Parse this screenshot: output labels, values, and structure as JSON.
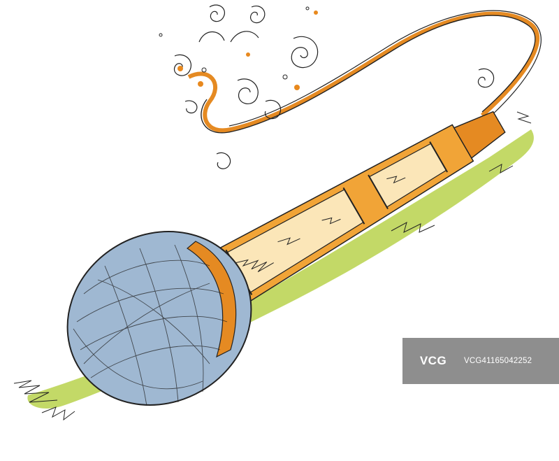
{
  "image": {
    "subject": "hand-drawn microphone",
    "colors": {
      "outline": "#222222",
      "cable": "#e58a22",
      "handle_gold": "#f1a437",
      "handle_light": "#fbe6b8",
      "grille_blue": "#9fb8d2",
      "shadow_green": "#b8d24c",
      "dot_orange": "#e8891e",
      "background": "#ffffff"
    }
  },
  "watermark": {
    "logo_text": "VCG",
    "image_id": "VCG41165042252",
    "background": "#6e6e6e"
  }
}
